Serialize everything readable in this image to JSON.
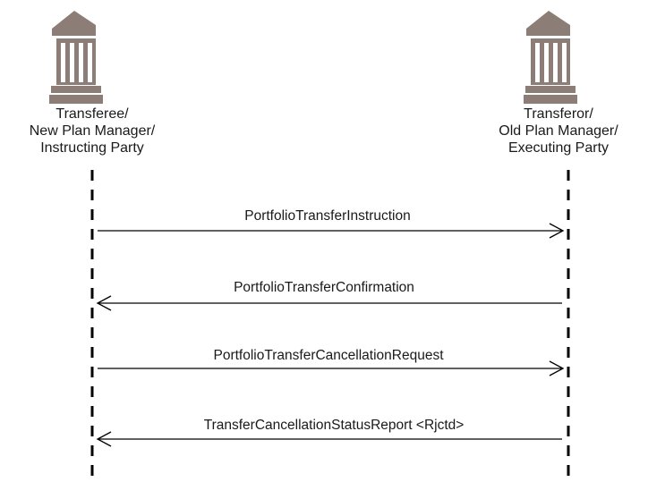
{
  "actors": [
    {
      "id": "left",
      "lines": [
        "Transferee/",
        "New Plan Manager/",
        "Instructing Party"
      ],
      "icon": "bank-building-icon"
    },
    {
      "id": "right",
      "lines": [
        "Transferor/",
        "Old Plan Manager/",
        "Executing Party"
      ],
      "icon": "bank-building-icon"
    }
  ],
  "messages": [
    {
      "label": "PortfolioTransferInstruction",
      "direction": "left-to-right"
    },
    {
      "label": "PortfolioTransferConfirmation",
      "direction": "right-to-left"
    },
    {
      "label": "PortfolioTransferCancellationRequest",
      "direction": "left-to-right"
    },
    {
      "label": "TransferCancellationStatusReport <Rjctd>",
      "direction": "right-to-left"
    }
  ],
  "colors": {
    "icon_fill": "#8c7e76",
    "icon_stroke": "#ffffff",
    "line": "#000000"
  }
}
